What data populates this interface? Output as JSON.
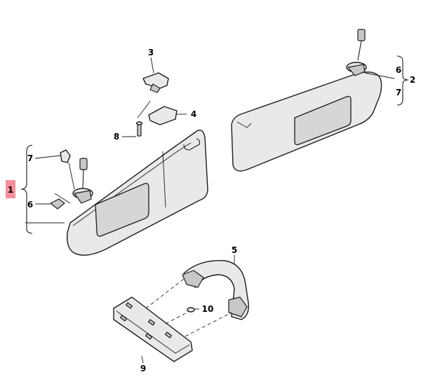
{
  "callouts": {
    "c1": "1",
    "c2": "2",
    "c3": "3",
    "c4": "4",
    "c5": "5",
    "c6_left": "6",
    "c6_right": "6",
    "c7_left": "7",
    "c7_right": "7",
    "c8": "8",
    "c9": "9",
    "c10": "10"
  },
  "colors": {
    "highlight_marker": "#f26a7a",
    "part_fill": "#e9e9e9",
    "outline": "#1c1c1c"
  }
}
